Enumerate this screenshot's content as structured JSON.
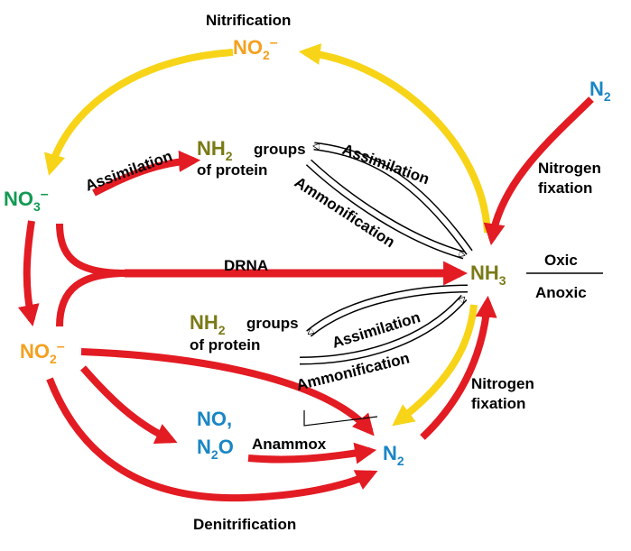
{
  "colors": {
    "red": "#e31b23",
    "yellow": "#f7d417",
    "nh3": "#7a7a16",
    "nitrate": "#129a52",
    "nitrite": "#f5a01e",
    "n2_blue": "#1a86c5",
    "text": "#000000"
  },
  "labels": {
    "nitrification": "Nitrification",
    "assimilation_left": "Assimilation",
    "assimilation_upper": "Assimilation",
    "assimilation_lower": "Assimilation",
    "ammonification_upper": "Ammonification",
    "ammonification_lower": "Ammonification",
    "nitrogen_fixation_upper_1": "Nitrogen",
    "nitrogen_fixation_upper_2": "fixation",
    "nitrogen_fixation_lower_1": "Nitrogen",
    "nitrogen_fixation_lower_2": "fixation",
    "drna": "DRNA",
    "oxic": "Oxic",
    "anoxic": "Anoxic",
    "anammox": "Anammox",
    "denitrification": "Denitrification",
    "groups_upper": "groups",
    "of_protein_upper": "of protein",
    "groups_lower": "groups",
    "of_protein_lower": "of protein"
  },
  "species": {
    "no2_top": {
      "base": "NO",
      "sub": "2",
      "sup": "–"
    },
    "no3": {
      "base": "NO",
      "sub": "3",
      "sup": "–"
    },
    "no2_left": {
      "base": "NO",
      "sub": "2",
      "sup": "–"
    },
    "nh2_upper": {
      "base": "NH",
      "sub": "2"
    },
    "nh2_lower": {
      "base": "NH",
      "sub": "2"
    },
    "nh3": {
      "base": "NH",
      "sub": "3"
    },
    "n2_topright": {
      "base": "N",
      "sub": "2"
    },
    "n2_bottom": {
      "base": "N",
      "sub": "2"
    },
    "no": "NO,",
    "n2o": {
      "base": "N",
      "sub": "2",
      "tail": "O"
    }
  }
}
